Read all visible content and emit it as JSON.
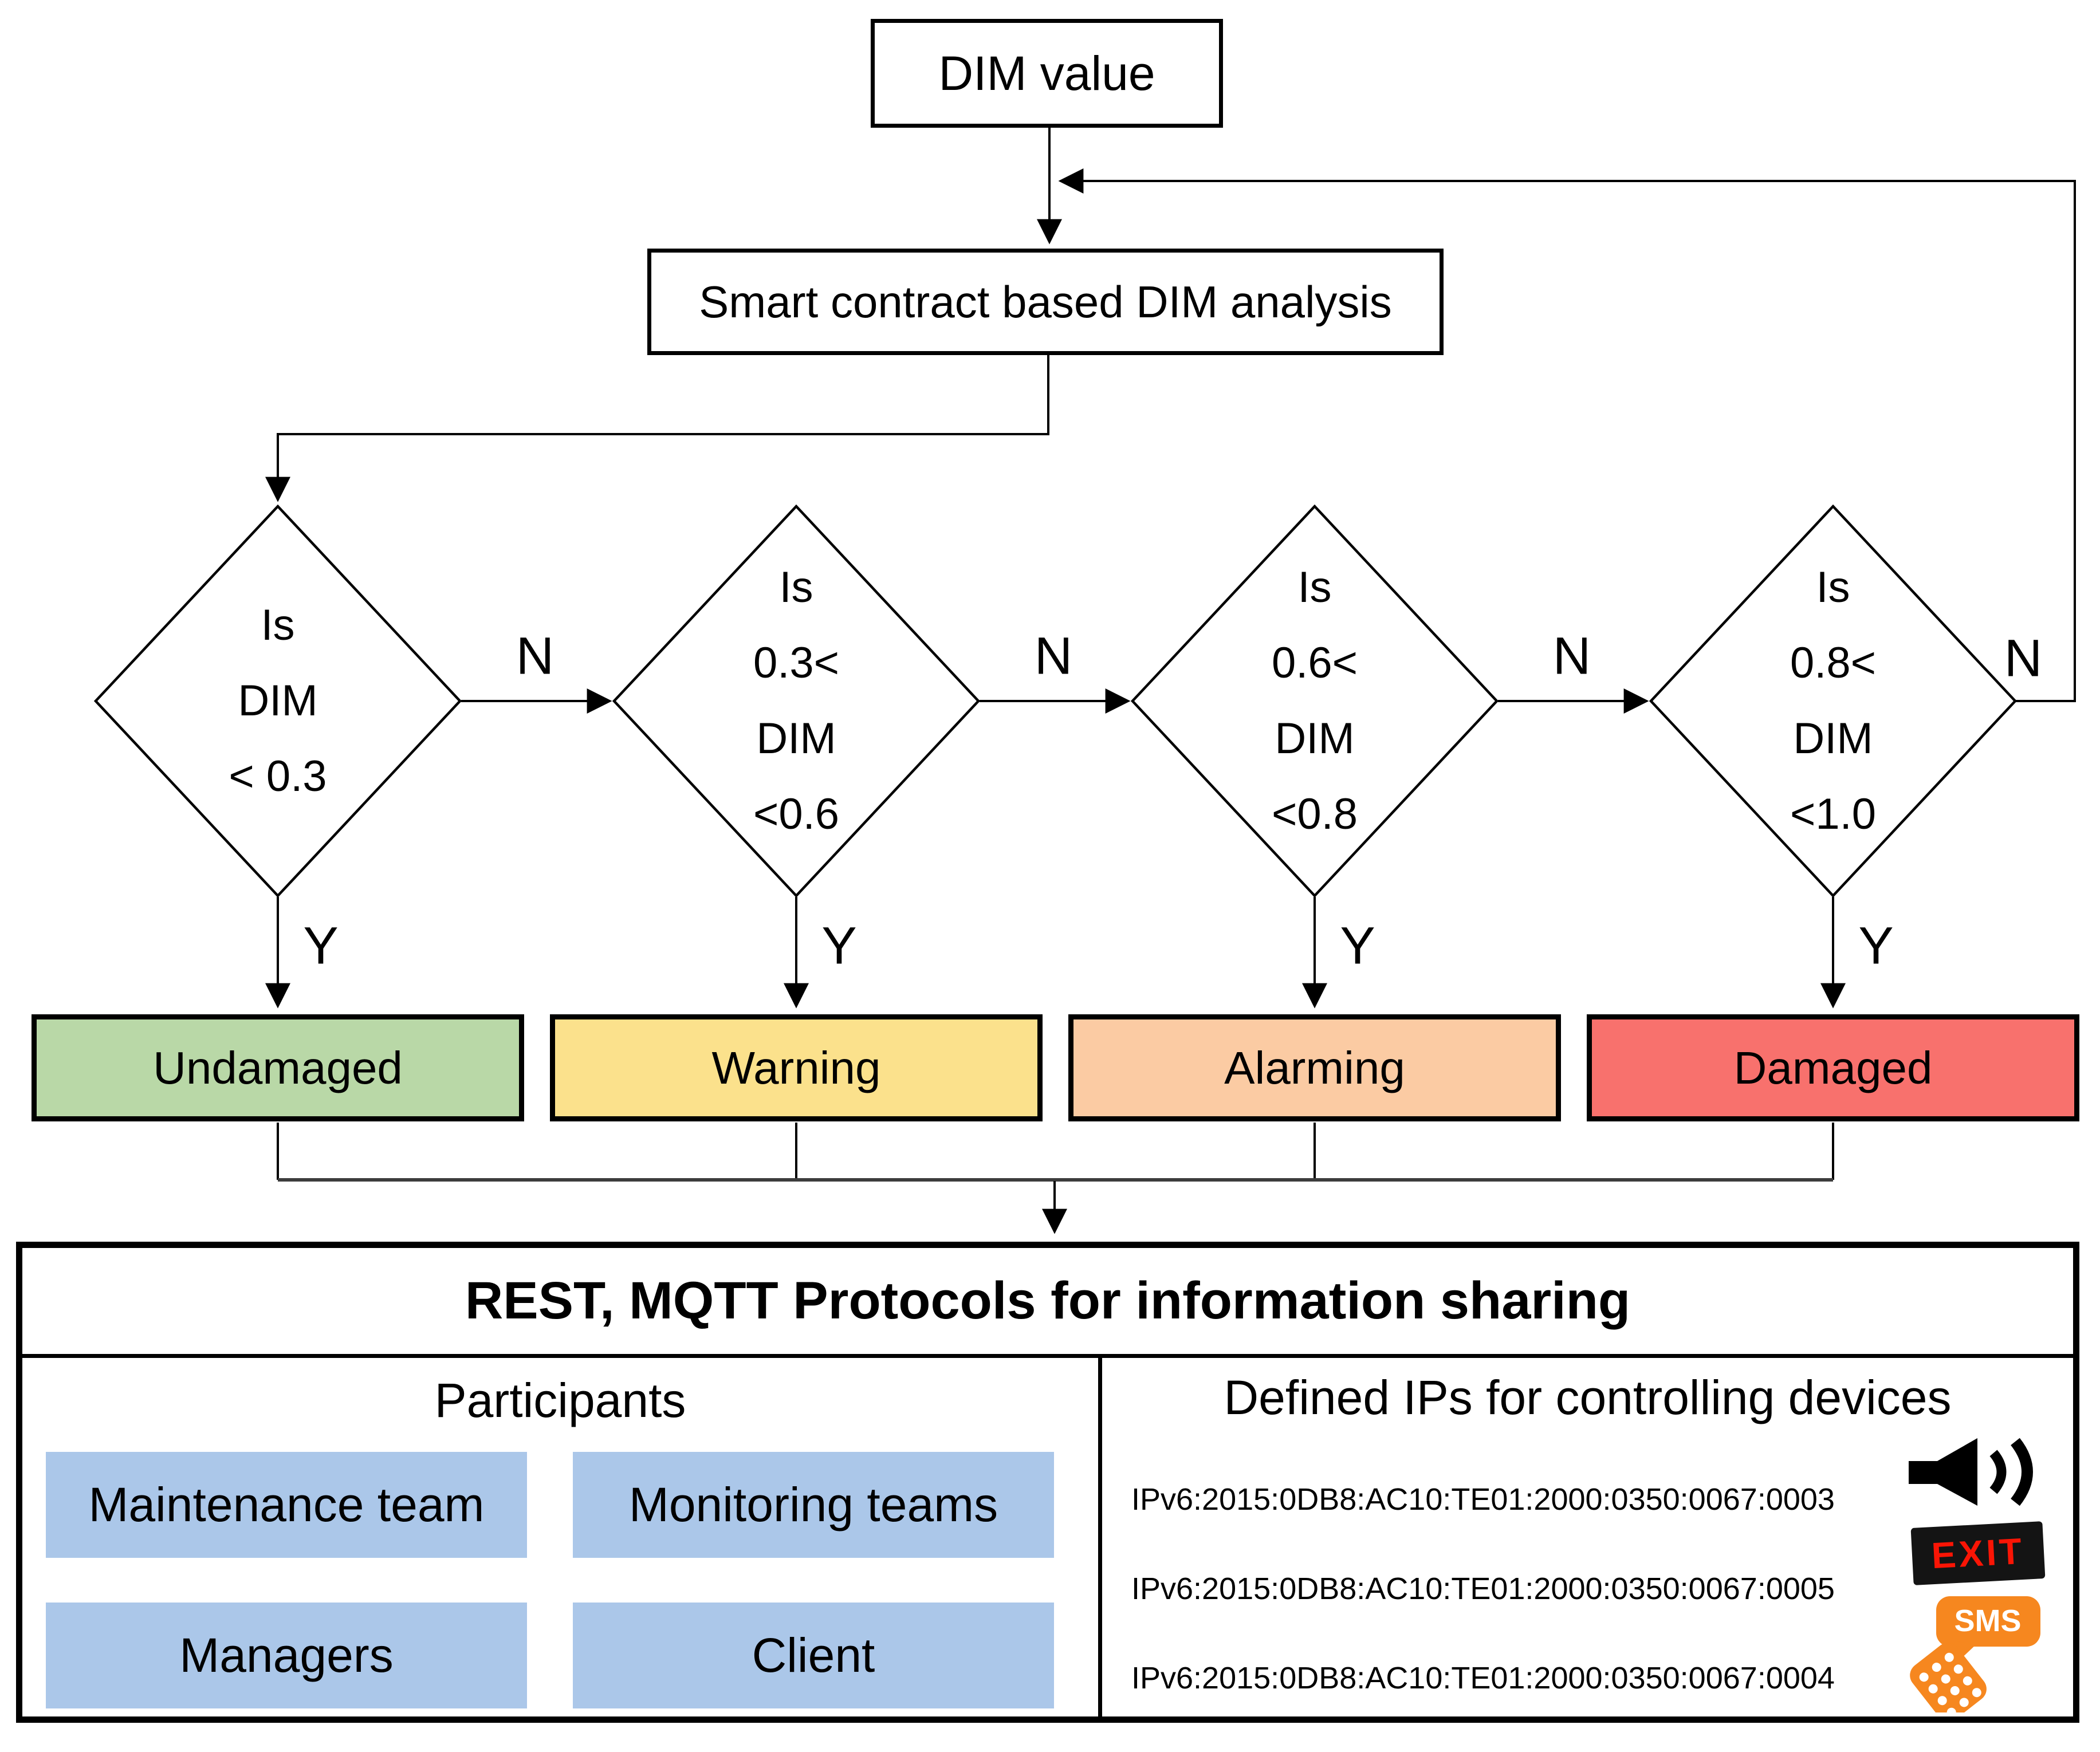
{
  "diagram": {
    "start_label": "DIM value",
    "analysis_label": "Smart contract based DIM analysis",
    "no_label": "N",
    "yes_label": "Y",
    "decisions": [
      {
        "lines": [
          "Is",
          "DIM",
          "< 0.3"
        ],
        "result": "Undamaged",
        "color": "#b9d8a7"
      },
      {
        "lines": [
          "Is",
          "0.3<",
          "DIM",
          "<0.6"
        ],
        "result": "Warning",
        "color": "#fbe18c"
      },
      {
        "lines": [
          "Is",
          "0.6<",
          "DIM",
          "<0.8"
        ],
        "result": "Alarming",
        "color": "#fbcba3"
      },
      {
        "lines": [
          "Is",
          "0.8<",
          "DIM",
          "<1.0"
        ],
        "result": "Damaged",
        "color": "#f8716d"
      }
    ]
  },
  "protocol_box": {
    "title": "REST, MQTT Protocols for information sharing",
    "participants": {
      "title": "Participants",
      "box_color": "#abc7e9",
      "items": [
        "Maintenance team",
        "Monitoring teams",
        "Managers",
        "Client"
      ]
    },
    "devices": {
      "title": "Defined IPs for controlling devices",
      "entries": [
        {
          "ip": "IPv6:2015:0DB8:AC10:TE01:2000:0350:0067:0003",
          "icon": "speaker"
        },
        {
          "ip": "IPv6:2015:0DB8:AC10:TE01:2000:0350:0067:0005",
          "icon": "exit-sign",
          "label": "EXIT"
        },
        {
          "ip": "IPv6:2015:0DB8:AC10:TE01:2000:0350:0067:0004",
          "icon": "sms-phone",
          "label": "SMS"
        }
      ]
    }
  },
  "colors": {
    "exit_red": "#fa1505",
    "sms_orange": "#f6871f"
  }
}
